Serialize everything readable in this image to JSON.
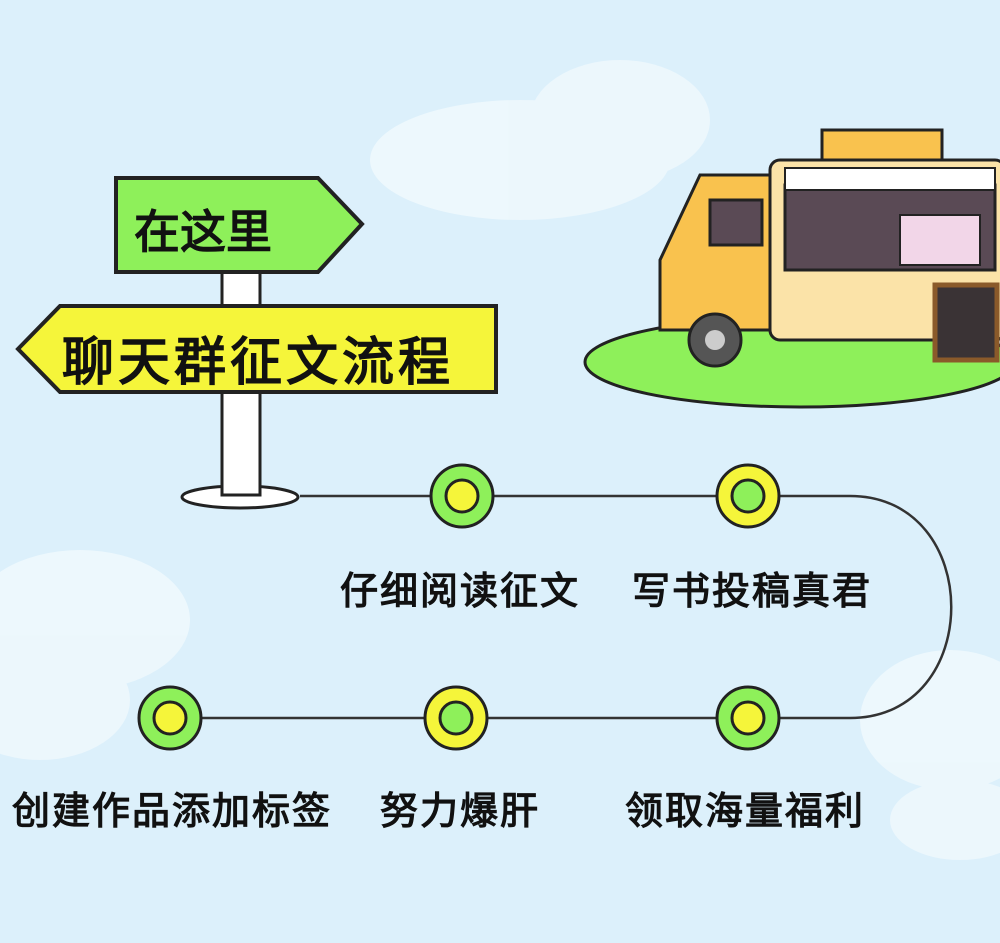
{
  "signpost": {
    "top_sign": "在这里",
    "bottom_sign": "聊天群征文流程"
  },
  "steps": [
    {
      "label": "仔细阅读征文"
    },
    {
      "label": "写书投稿真君"
    },
    {
      "label": "领取海量福利"
    },
    {
      "label": "努力爆肝"
    },
    {
      "label": "创建作品添加标签"
    }
  ],
  "colors": {
    "background": "#dcf0fb",
    "lime": "#8ef05a",
    "yellow": "#f5f53a",
    "truck": "#f9c24e"
  }
}
